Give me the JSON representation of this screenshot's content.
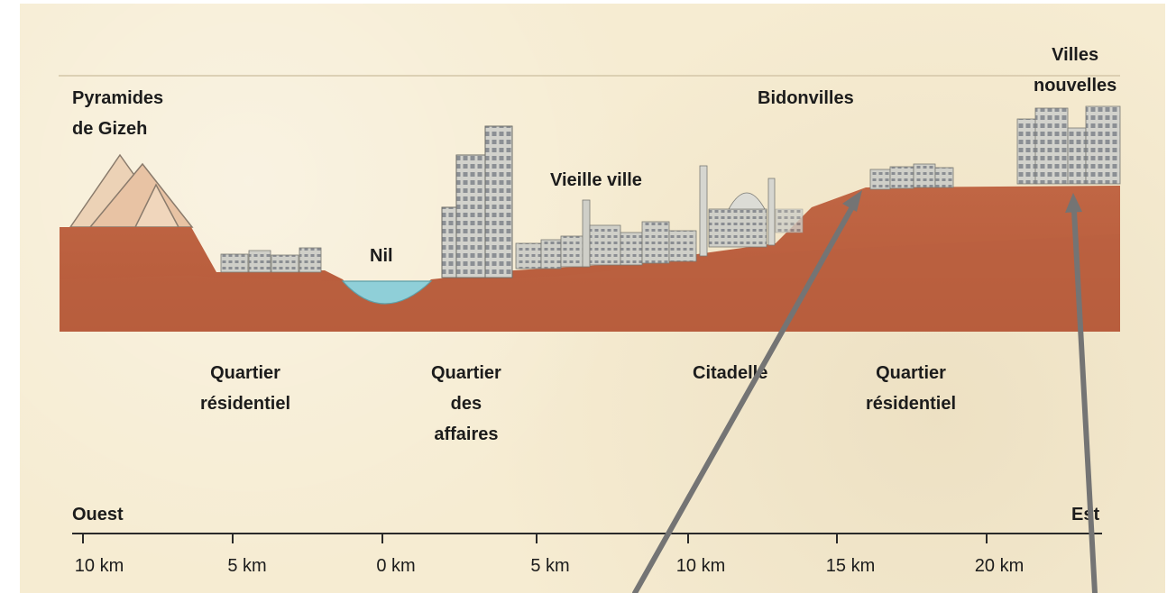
{
  "labels": {
    "pyramides": "Pyramides\nde Gizeh",
    "nil": "Nil",
    "vieille_ville": "Vieille ville",
    "bidonvilles": "Bidonvilles",
    "villes_nouvelles": "Villes\nnouvelles",
    "quartier_residentiel_ouest": "Quartier\nrésidentiel",
    "quartier_affaires": "Quartier\ndes\naffaires",
    "citadelle": "Citadelle",
    "quartier_residentiel_est": "Quartier\nrésidentiel"
  },
  "axis": {
    "west": "Ouest",
    "east": "Est",
    "ticks": [
      "10 km",
      "5 km",
      "0 km",
      "5 km",
      "10 km",
      "15 km",
      "20 km"
    ]
  },
  "colors": {
    "ground_dark": "#b85c3c",
    "ground_light": "#c9744f",
    "water": "#8fcfd8",
    "building": "#c8c8c2",
    "pyramid": "#e8c3a4",
    "arrow": "#747474"
  }
}
